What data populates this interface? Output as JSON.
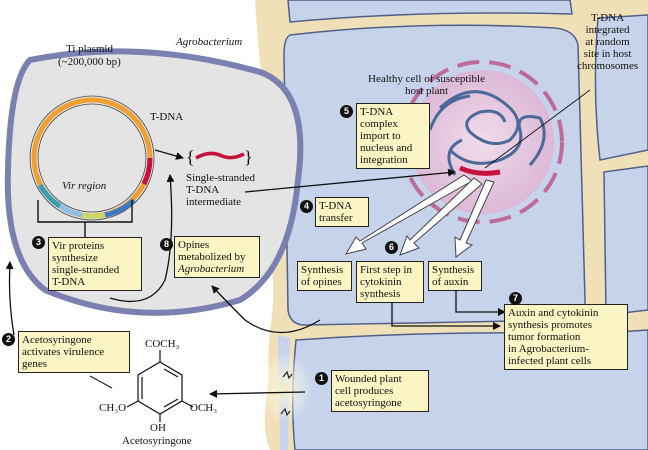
{
  "labels": {
    "ti_plasmid": "Ti plasmid",
    "ti_size": "(~200,000 bp)",
    "agrobacterium": "Agrobacterium",
    "t_dna": "T-DNA",
    "vir_region": "Vir region",
    "single_stranded": [
      "Single-stranded",
      "T-DNA",
      "intermediate"
    ],
    "healthy_cell": [
      "Healthy cell of susceptible",
      "host plant"
    ],
    "t_dna_integrated": [
      "T-DNA",
      "integrated",
      "at random",
      "site in host",
      "chromosomes"
    ],
    "acetosyringone": "Acetosyringone",
    "coch3": "COCH₃",
    "ch3o": "CH₃O",
    "och3": "OCH₃",
    "oh": "OH"
  },
  "steps": [
    {
      "num": "1",
      "lines": [
        "Wounded plant",
        "cell produces",
        "acetosyringone"
      ]
    },
    {
      "num": "2",
      "lines": [
        "Acetosyringone",
        "activates virulence",
        "genes"
      ]
    },
    {
      "num": "3",
      "lines": [
        "Vir proteins",
        "synthesize",
        "single-stranded",
        "T-DNA"
      ]
    },
    {
      "num": "4",
      "lines": [
        "T-DNA",
        "transfer"
      ]
    },
    {
      "num": "5",
      "lines": [
        "T-DNA",
        "complex",
        "import to",
        "nucleus and",
        "integration"
      ]
    },
    {
      "num": "6",
      "lines": [
        "First step in",
        "cytokinin",
        "synthesis"
      ]
    },
    {
      "num": "7",
      "lines": [
        "Auxin and cytokinin",
        "synthesis promotes",
        "tumor formation",
        "in Agrobacterium-",
        "infected plant cells"
      ]
    },
    {
      "num": "8",
      "lines": [
        "Opines",
        "metabolized by",
        "Agrobacterium"
      ]
    }
  ],
  "products": {
    "opines": [
      "Synthesis",
      "of opines"
    ],
    "auxin": [
      "Synthesis",
      "of auxin"
    ]
  },
  "colors": {
    "plant_cell": "#c6d3ea",
    "cell_wall": "#f0e0b8",
    "bacterium_fill": "#e4e4e4",
    "bacterium_border": "#7c80b0",
    "nucleus": "#ecd6e8",
    "t_dna": "#c8103c",
    "label_box": "#fbf4c4"
  }
}
